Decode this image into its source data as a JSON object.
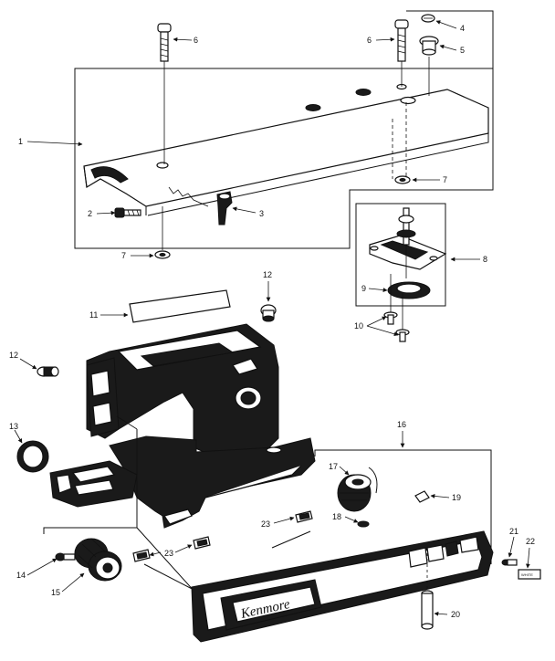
{
  "diagram": {
    "callouts": {
      "c1": "1",
      "c2": "2",
      "c3": "3",
      "c4": "4",
      "c5": "5",
      "c6a": "6",
      "c6b": "6",
      "c7a": "7",
      "c7b": "7",
      "c8": "8",
      "c9": "9",
      "c10": "10",
      "c11": "11",
      "c12a": "12",
      "c12b": "12",
      "c13": "13",
      "c14": "14",
      "c15": "15",
      "c16": "16",
      "c17": "17",
      "c18": "18",
      "c19": "19",
      "c20": "20",
      "c21": "21",
      "c22": "22",
      "c23a": "23",
      "c23b": "23"
    },
    "brand_text": "Kenmore",
    "badge_text": "WHITE"
  }
}
